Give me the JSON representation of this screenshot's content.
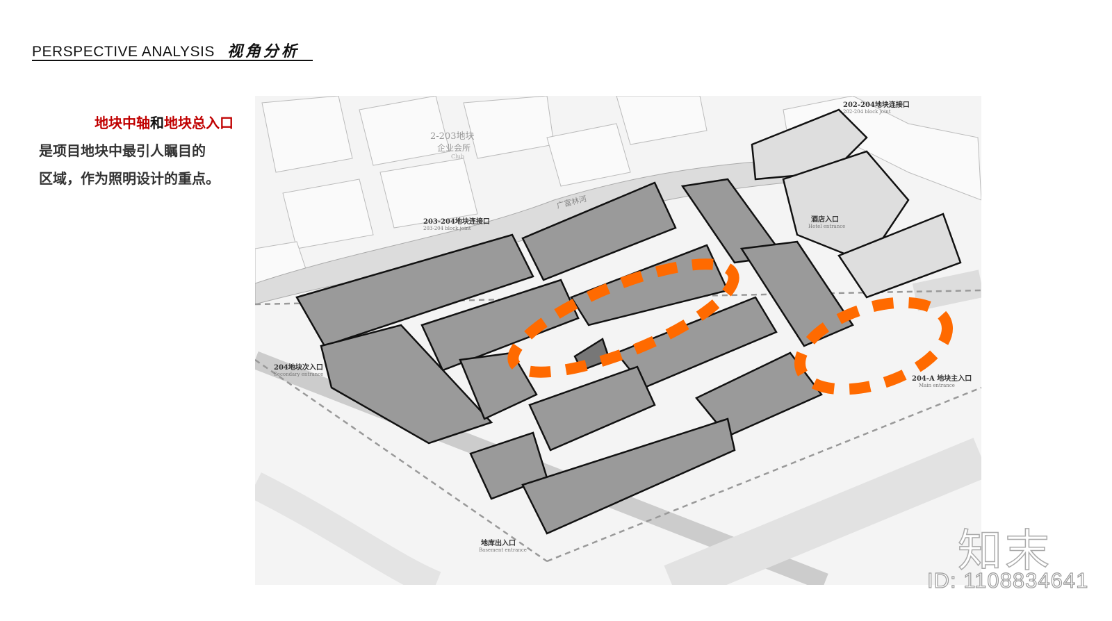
{
  "header": {
    "title_en": "PERSPECTIVE  ANALYSIS",
    "title_cn": "视角分析"
  },
  "description": {
    "highlight_1": "地块中轴",
    "connector": "和",
    "highlight_2": "地块总入口",
    "line_2": "是项目地块中最引人瞩目的",
    "line_3": "区域，作为照明设计的重点。"
  },
  "plan": {
    "labels": {
      "club_cn_1": "2-203地块",
      "club_cn_2": "企业会所",
      "club_en": "Club",
      "river": "广富林河",
      "joint_203_cn": "203-204地块连接口",
      "joint_203_en": "203-204 block joint",
      "joint_202_cn": "202-204地块连接口",
      "joint_202_en": "202-204 block joint",
      "hotel_cn": "酒店入口",
      "hotel_en": "Hotel entrance",
      "secondary_cn": "204地块次入口",
      "secondary_en": "Secondary entrance",
      "main_cn": "204-A 地块主入口",
      "main_en": "Main entrance",
      "basement_cn": "地库出入口",
      "basement_en": "Basement entrance"
    },
    "colors": {
      "highlight": "#ff6a00",
      "building": "#8f8f8f",
      "ground": "#eeeeee"
    }
  },
  "watermark": {
    "logo": "知末",
    "id": "ID: 1108834641"
  }
}
